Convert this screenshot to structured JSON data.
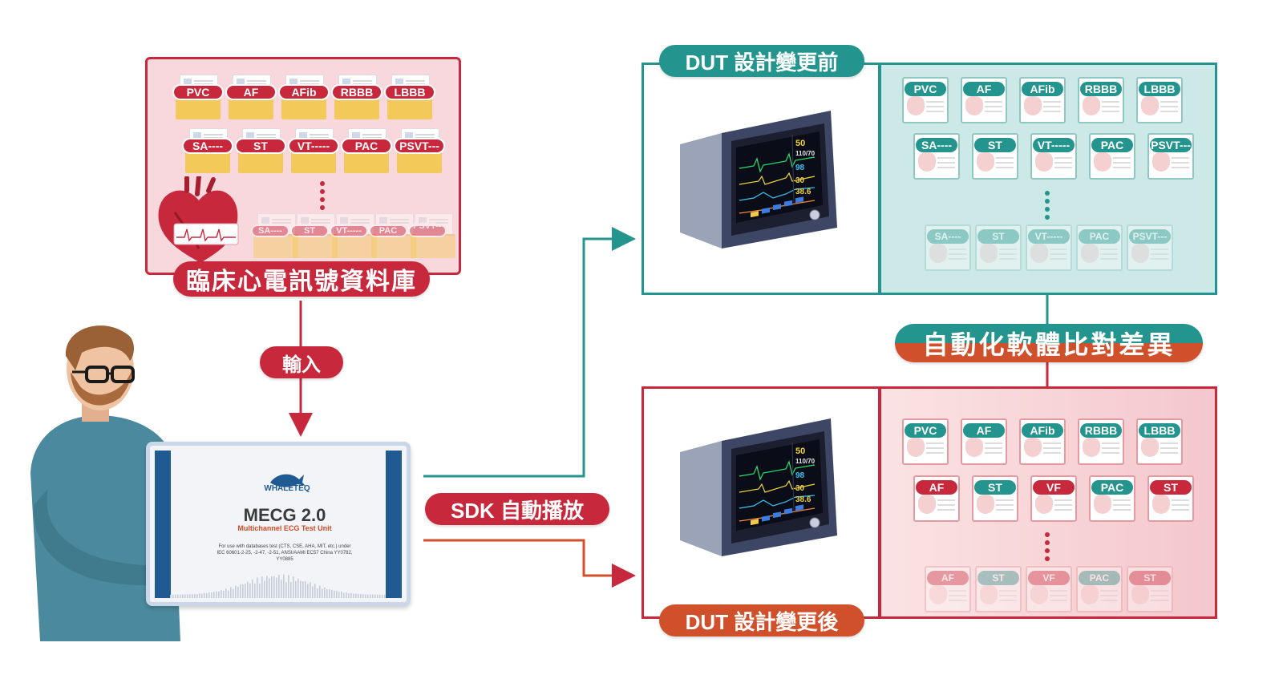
{
  "database": {
    "title": "臨床心電訊號資料庫",
    "row1": [
      "PVC",
      "AF",
      "AFib",
      "RBBB",
      "LBBB"
    ],
    "row2": [
      "SA----",
      "ST",
      "VT-----",
      "PAC",
      "PSVT---"
    ],
    "row3_faded": [
      "SA----",
      "ST",
      "VT-----",
      "PAC",
      "PSVT---"
    ]
  },
  "input_label": "輸入",
  "device": {
    "brand": "WHALETEQ",
    "model": "MECG 2.0",
    "subtitle": "Multichannel ECG Test Unit",
    "fineprint": "For use with databases test (CTS, CSE, AHA, MIT, etc.) under IEC 60601-2-25, -2-47, -2-51, ANSI/AAMI EC57 China YY0782, YY0885"
  },
  "sdk_label": "SDK 自動播放",
  "dut_before": {
    "title": "DUT 設計變更前",
    "row1": [
      "PVC",
      "AF",
      "AFib",
      "RBBB",
      "LBBB"
    ],
    "row2": [
      "SA----",
      "ST",
      "VT-----",
      "PAC",
      "PSVT---"
    ],
    "row3_faded": [
      "SA----",
      "ST",
      "VT-----",
      "PAC",
      "PSVT---"
    ]
  },
  "dut_after": {
    "title": "DUT 設計變更後",
    "row1": [
      "PVC",
      "AF",
      "AFib",
      "RBBB",
      "LBBB"
    ],
    "row2": [
      "AF",
      "ST",
      "VF",
      "PAC",
      "ST"
    ],
    "row3_faded": [
      "AF",
      "ST",
      "VF",
      "PAC",
      "ST"
    ]
  },
  "compare_label": "自動化軟體比對差異",
  "monitor_readouts": [
    "50",
    "110/70",
    "98",
    "30",
    "38.6"
  ],
  "colors": {
    "red": "#c8283c",
    "teal": "#24948e",
    "orange": "#d1502c",
    "folder_yellow": "#f3c95a",
    "device_blue": "#1f5a93"
  }
}
